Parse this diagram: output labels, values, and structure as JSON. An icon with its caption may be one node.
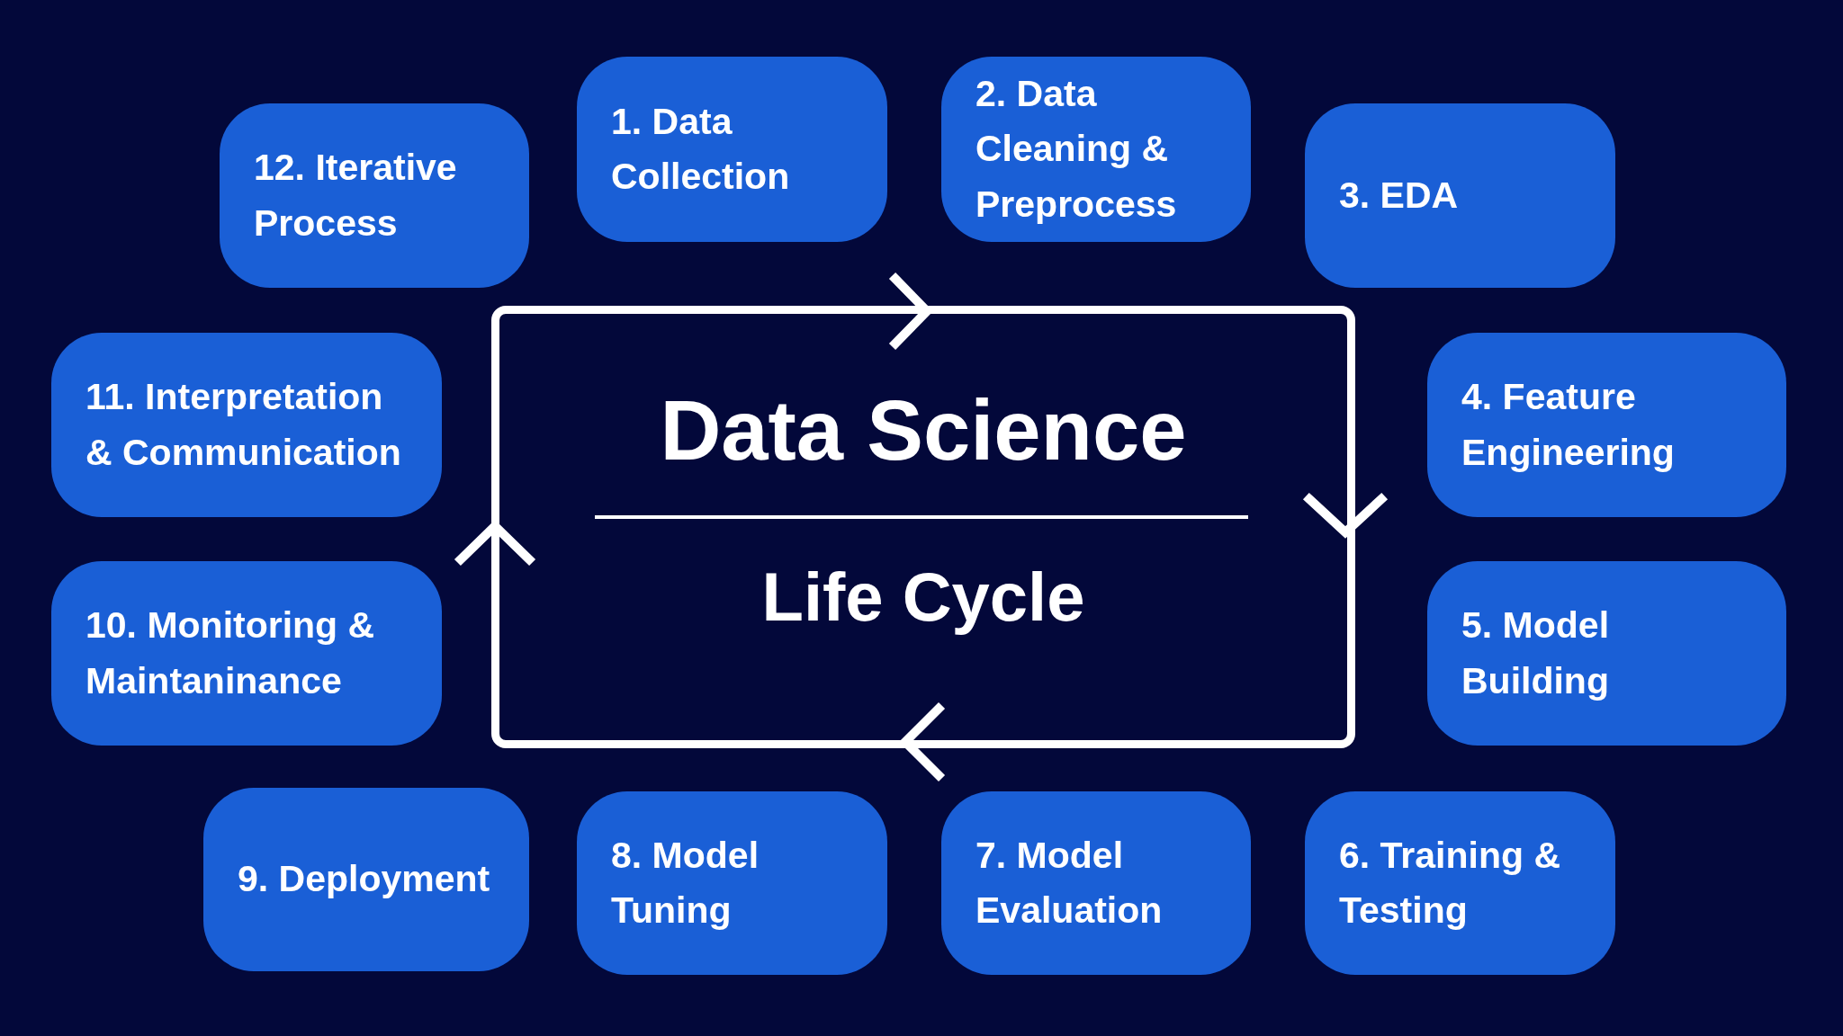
{
  "diagram": {
    "nodes": [
      {
        "text": [
          "1. Data Collection"
        ]
      },
      {
        "text": [
          "2. Data Cleaning & Preprocess"
        ]
      },
      {
        "text": [
          "3. EDA"
        ]
      },
      {
        "text": [
          "4. Feature Engineering"
        ]
      },
      {
        "text": [
          "5. Model Building"
        ]
      },
      {
        "text": [
          "6. Training & Testing"
        ]
      },
      {
        "text": [
          "7. Model Evaluation"
        ]
      },
      {
        "text": [
          "8. Model Tuning"
        ]
      },
      {
        "text": [
          "9. Deployment"
        ]
      },
      {
        "text": [
          "10. Monitoring & Maintaninance"
        ]
      },
      {
        "text": [
          "11. Interpretation & Communication"
        ]
      },
      {
        "text": [
          "12. Iterative Process"
        ]
      },
      {
        "text": [
          "Data Science",
          "Life Cycle"
        ]
      }
    ],
    "edges": []
  }
}
